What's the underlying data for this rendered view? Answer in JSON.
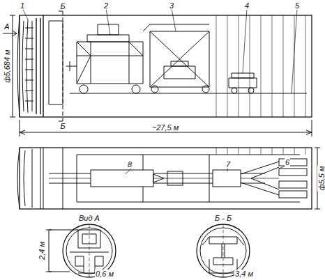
{
  "diagram": {
    "labels": [
      "1",
      "2",
      "3",
      "4",
      "5",
      "Б",
      "А",
      "ф5,684 м",
      "Б",
      "~27,5 м",
      "8",
      "7",
      "6",
      "ф5,5 м",
      "Вид А",
      "Б - Б",
      "2,4 м",
      "0,6 м",
      "3,4 м"
    ]
  }
}
